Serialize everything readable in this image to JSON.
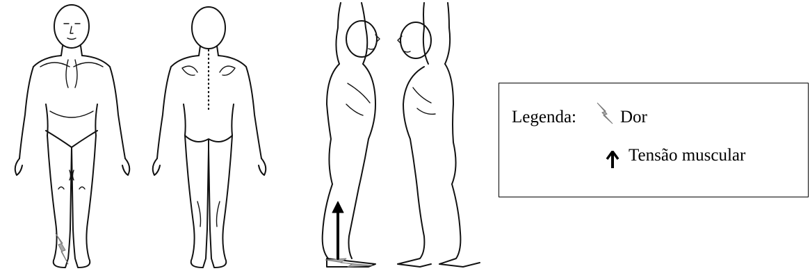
{
  "figure": {
    "views": [
      "front",
      "back",
      "side-right",
      "side-left"
    ],
    "markers": [
      {
        "type": "pain",
        "view": "front",
        "location": "right foot"
      },
      {
        "type": "pain",
        "view": "side-right",
        "location": "foot"
      },
      {
        "type": "muscle-tension",
        "view": "side-right",
        "location": "calf"
      }
    ]
  },
  "legend": {
    "title": "Legenda:",
    "items": [
      {
        "icon": "lightning-bolt-icon",
        "label": "Dor",
        "color": "#a9a9a9"
      },
      {
        "icon": "up-arrow-icon",
        "label": "Tensão muscular",
        "color": "#000000"
      }
    ]
  }
}
